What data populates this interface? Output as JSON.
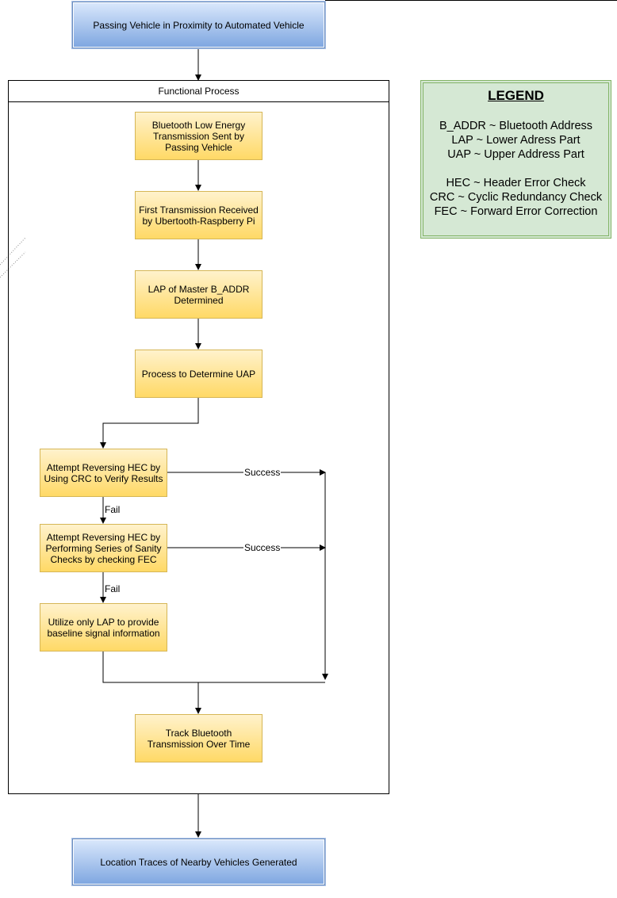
{
  "nodes": {
    "start": "Passing Vehicle in Proximity to Automated Vehicle",
    "ble_sent": "Bluetooth Low Energy Transmission Sent by Passing Vehicle",
    "first_received": "First Transmission Received by Ubertooth-Raspberry Pi",
    "lap_determined": "LAP of Master B_ADDR Determined",
    "determine_uap": "Process to Determine UAP",
    "attempt_crc": "Attempt Reversing HEC by Using CRC to Verify Results",
    "attempt_fec": "Attempt Reversing HEC by Performing Series of Sanity Checks by checking FEC",
    "lap_only": "Utilize only LAP to provide baseline signal information",
    "track": "Track Bluetooth Transmission Over Time",
    "end": "Location Traces of Nearby Vehicles Generated"
  },
  "container": {
    "title": "Functional Process"
  },
  "edge_labels": {
    "success_1": "Success",
    "success_2": "Success",
    "fail_1": "Fail",
    "fail_2": "Fail"
  },
  "legend": {
    "title": "LEGEND",
    "group1": [
      "B_ADDR ~ Bluetooth Address",
      "LAP ~ Lower Adress Part",
      "UAP ~ Upper Address Part"
    ],
    "group2": [
      "HEC ~ Header Error Check",
      "CRC ~ Cyclic Redundancy Check",
      "FEC ~ Forward Error Correction"
    ]
  },
  "colors": {
    "process_fill_top": "#fff2cc",
    "process_fill_bottom": "#ffd966",
    "process_stroke": "#d6b656",
    "terminal_fill_top": "#dae8fc",
    "terminal_fill_bottom": "#7ea6e0",
    "terminal_stroke": "#6c8ebf",
    "legend_fill": "#d5e8d4",
    "legend_stroke": "#82b366"
  }
}
